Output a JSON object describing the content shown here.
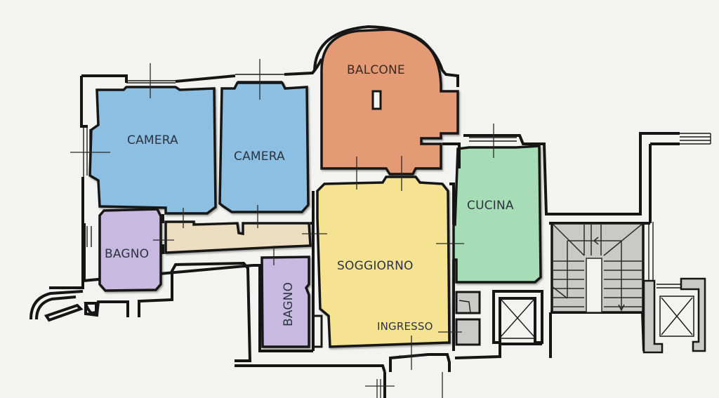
{
  "floorplan": {
    "background_color": "#f3f3f1",
    "rooms": [
      {
        "id": "camera-1",
        "label": "CAMERA",
        "color": "#8cbfe2"
      },
      {
        "id": "camera-2",
        "label": "CAMERA",
        "color": "#8cbfe2"
      },
      {
        "id": "balcone",
        "label": "BALCONE",
        "color": "#e49a74"
      },
      {
        "id": "cucina",
        "label": "CUCINA",
        "color": "#a6dcb6"
      },
      {
        "id": "soggiorno",
        "label": "SOGGIORNO",
        "color": "#f5e392"
      },
      {
        "id": "ingresso",
        "label": "INGRESSO",
        "color": "#f5e392"
      },
      {
        "id": "bagno-1",
        "label": "BAGNO",
        "color": "#c7b9e0"
      },
      {
        "id": "bagno-2",
        "label": "BAGNO",
        "color": "#c7b9e0"
      },
      {
        "id": "corridoio",
        "label": "",
        "color": "#ecdcc0"
      }
    ],
    "common_areas": {
      "stair_color": "#c9c9c7",
      "elevator_color": "#f3f3f1"
    }
  }
}
